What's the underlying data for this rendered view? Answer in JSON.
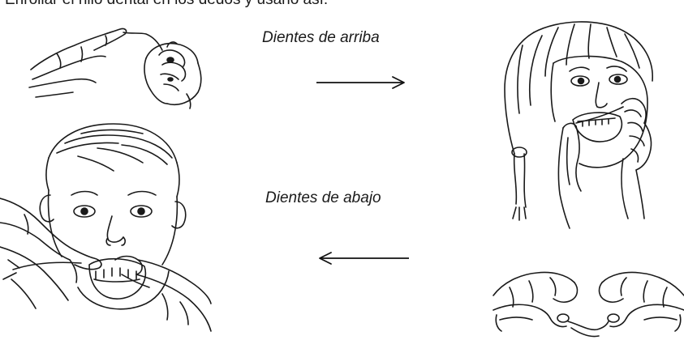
{
  "top_text": "Enrollar el hilo dental en los dedos y usarlo así:",
  "step_upper": {
    "caption": "Dientes de arriba",
    "direction": "right"
  },
  "step_lower": {
    "caption": "Dientes de abajo",
    "direction": "left"
  },
  "figures": {
    "upper_left": "hands-winding-floss",
    "upper_right": "girl-flossing-upper-teeth",
    "lower_left": "boy-flossing-lower-teeth",
    "lower_right": "hands-holding-floss"
  }
}
